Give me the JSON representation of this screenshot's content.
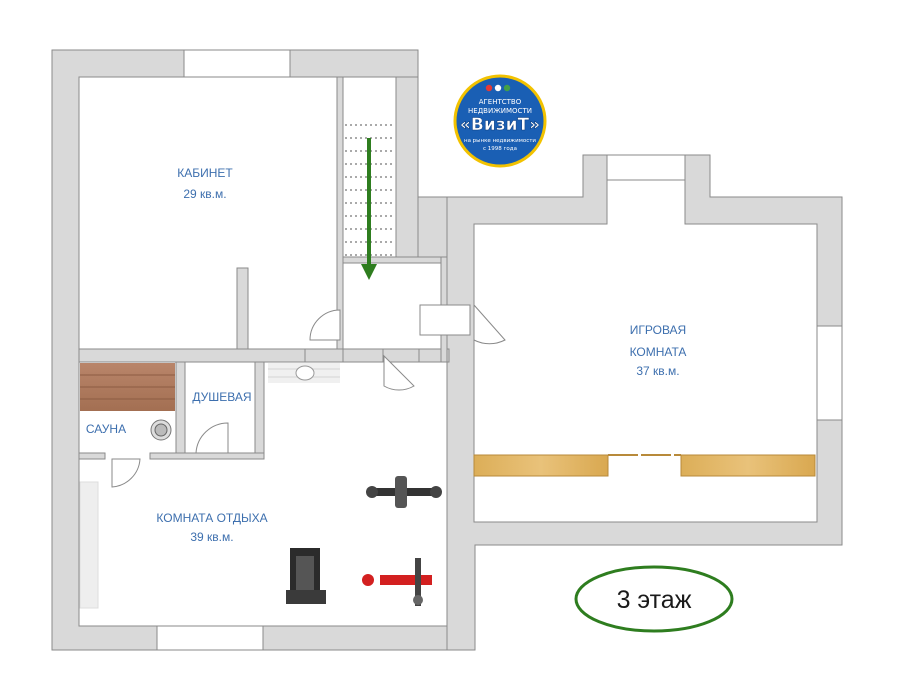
{
  "rooms": {
    "office": {
      "name": "КАБИНЕТ",
      "area": "29 кв.м."
    },
    "game_room": {
      "name_line1": "ИГРОВАЯ",
      "name_line2": "КОМНАТА",
      "area": "37 кв.м."
    },
    "shower": {
      "name": "ДУШЕВАЯ"
    },
    "sauna": {
      "name": "САУНА"
    },
    "rest_room": {
      "name": "КОМНАТА ОТДЫХА",
      "area": "39 кв.м."
    }
  },
  "floor_label": "3 этаж",
  "logo": {
    "line1": "АГЕНТСТВО",
    "line2": "НЕДВИЖИМОСТИ",
    "brand": "«ВизиТ»",
    "tagline1": "на рынке недвижимости",
    "tagline2": "с 1998 года"
  },
  "colors": {
    "wall": "#d9d9d9",
    "wall_outline": "#8a8a8a",
    "label": "#3d6fae",
    "stair_arrow": "#2e7d1f",
    "floor_badge_border": "#2e7d1f",
    "logo_bg": "#1a5fb4",
    "logo_ring": "#f2c200",
    "wood": "#e0b45c"
  }
}
